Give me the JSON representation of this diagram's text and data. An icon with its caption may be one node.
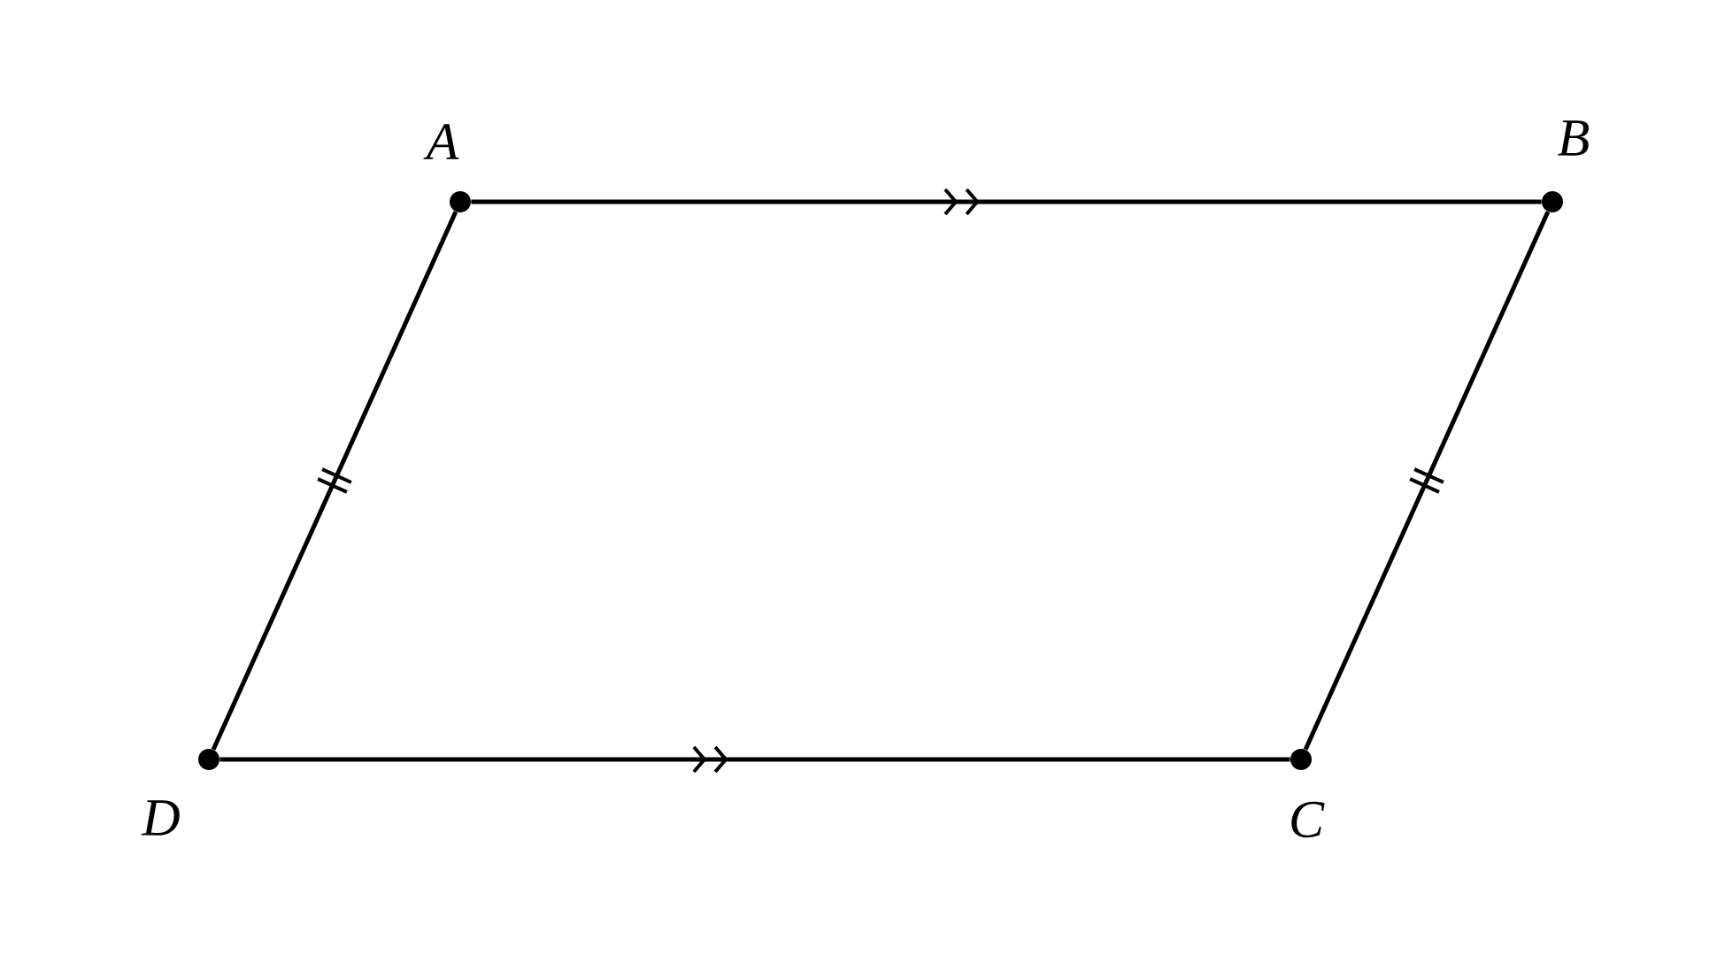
{
  "diagram": {
    "nodes": [
      {
        "text": [],
        "shape": "circle",
        "beside": [
          "A"
        ]
      },
      {
        "text": [],
        "shape": "circle",
        "beside": [
          "B"
        ]
      },
      {
        "text": [],
        "shape": "circle",
        "beside": [
          "C"
        ]
      },
      {
        "text": [],
        "shape": "circle",
        "beside": [
          "D"
        ]
      }
    ],
    "edges": [
      {
        "from": 0,
        "to": 1,
        "arrow": "to"
      },
      {
        "from": 1,
        "to": 2,
        "arrow": "none"
      },
      {
        "from": 3,
        "to": 2,
        "arrow": "to"
      },
      {
        "from": 3,
        "to": 0,
        "arrow": "none"
      }
    ]
  }
}
